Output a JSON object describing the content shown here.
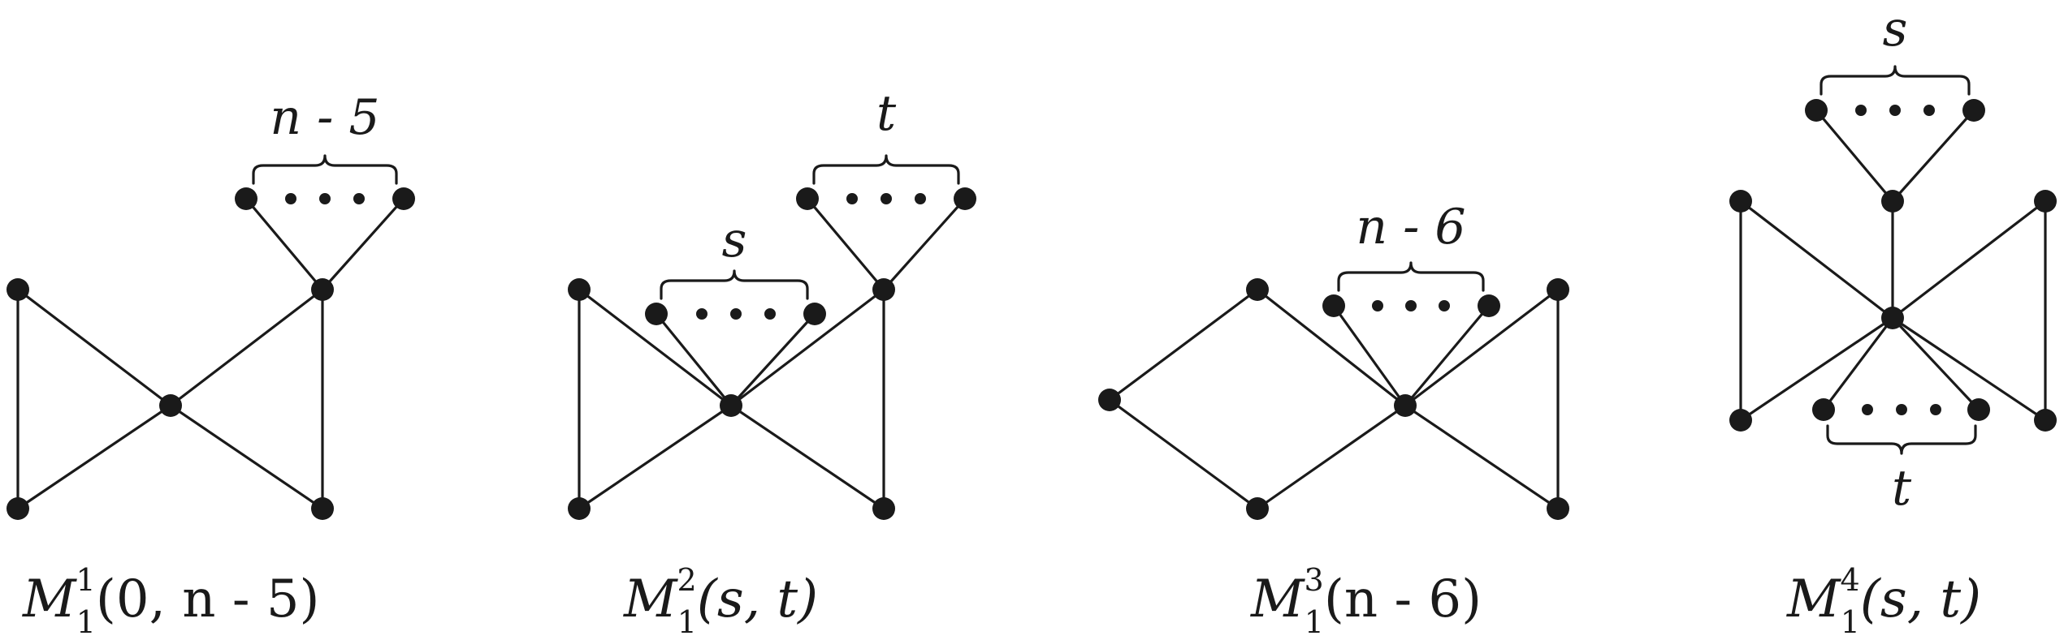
{
  "graphs": [
    {
      "id": "m1-1",
      "brace_labels": {
        "top": "n - 5"
      },
      "caption": {
        "base": "M",
        "superscript": "1",
        "subscript": "1",
        "args": "(0, n - 5)"
      }
    },
    {
      "id": "m1-2",
      "brace_labels": {
        "left": "s",
        "right": "t"
      },
      "caption": {
        "base": "M",
        "superscript": "2",
        "subscript": "1",
        "args": "(s, t)"
      }
    },
    {
      "id": "m1-3",
      "brace_labels": {
        "top": "n - 6"
      },
      "caption": {
        "base": "M",
        "superscript": "3",
        "subscript": "1",
        "args": "(n - 6)"
      }
    },
    {
      "id": "m1-4",
      "brace_labels": {
        "top": "s",
        "bottom": "t"
      },
      "caption": {
        "base": "M",
        "superscript": "4",
        "subscript": "1",
        "args": "(s, t)"
      }
    }
  ]
}
